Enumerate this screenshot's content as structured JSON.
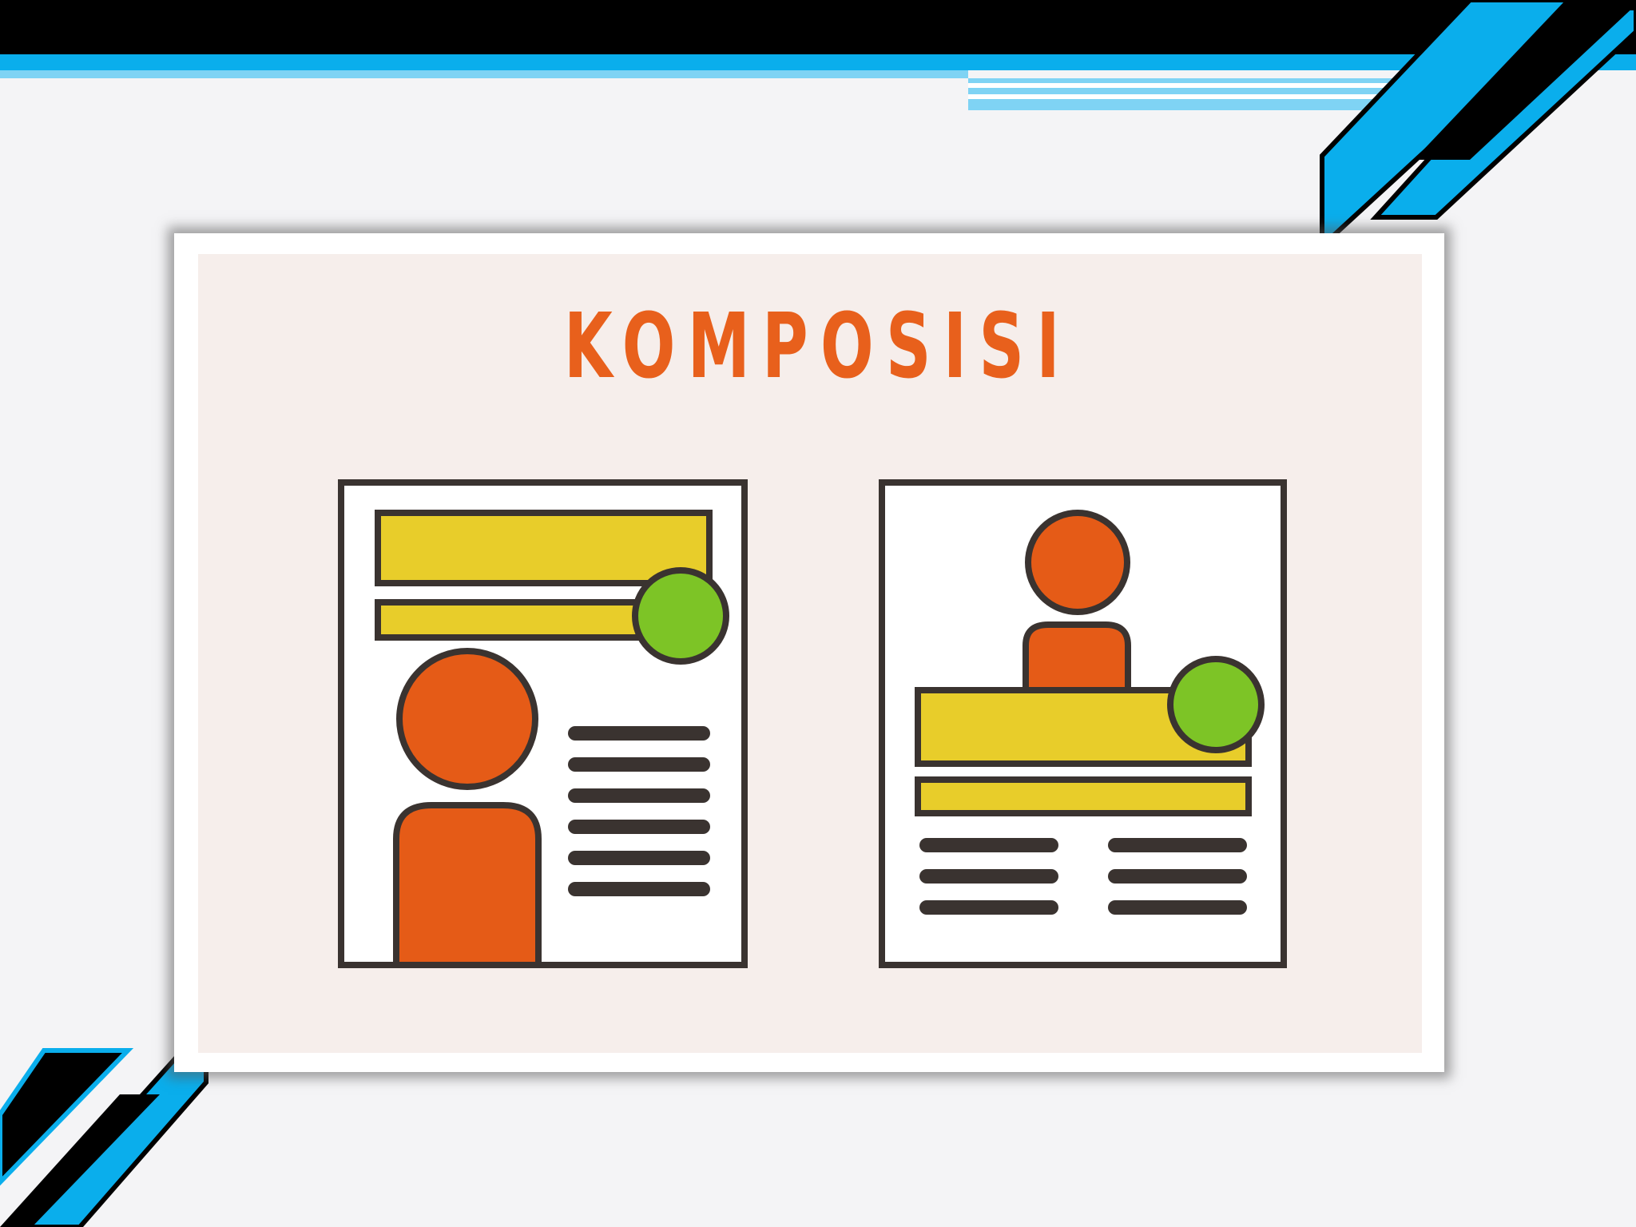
{
  "slide": {
    "title": "KOMPOSISI"
  },
  "colors": {
    "accent_blue": "#0aaeec",
    "top_bar": "#000000",
    "title_orange": "#e8601c",
    "figure_orange": "#e55b17",
    "bar_yellow": "#e8cd2a",
    "dot_green": "#7dc426",
    "outline": "#3a3330",
    "card_bg": "#f6eeeb",
    "page_bg": "#f4f4f6"
  },
  "illustration": {
    "panels": [
      {
        "name": "layout-left",
        "figure_icon": "person-icon",
        "marker_icon": "green-dot-icon",
        "text_lines": 6
      },
      {
        "name": "layout-right",
        "figure_icon": "person-icon",
        "marker_icon": "green-dot-icon",
        "text_columns": 2,
        "text_lines_per_column": 3
      }
    ]
  }
}
